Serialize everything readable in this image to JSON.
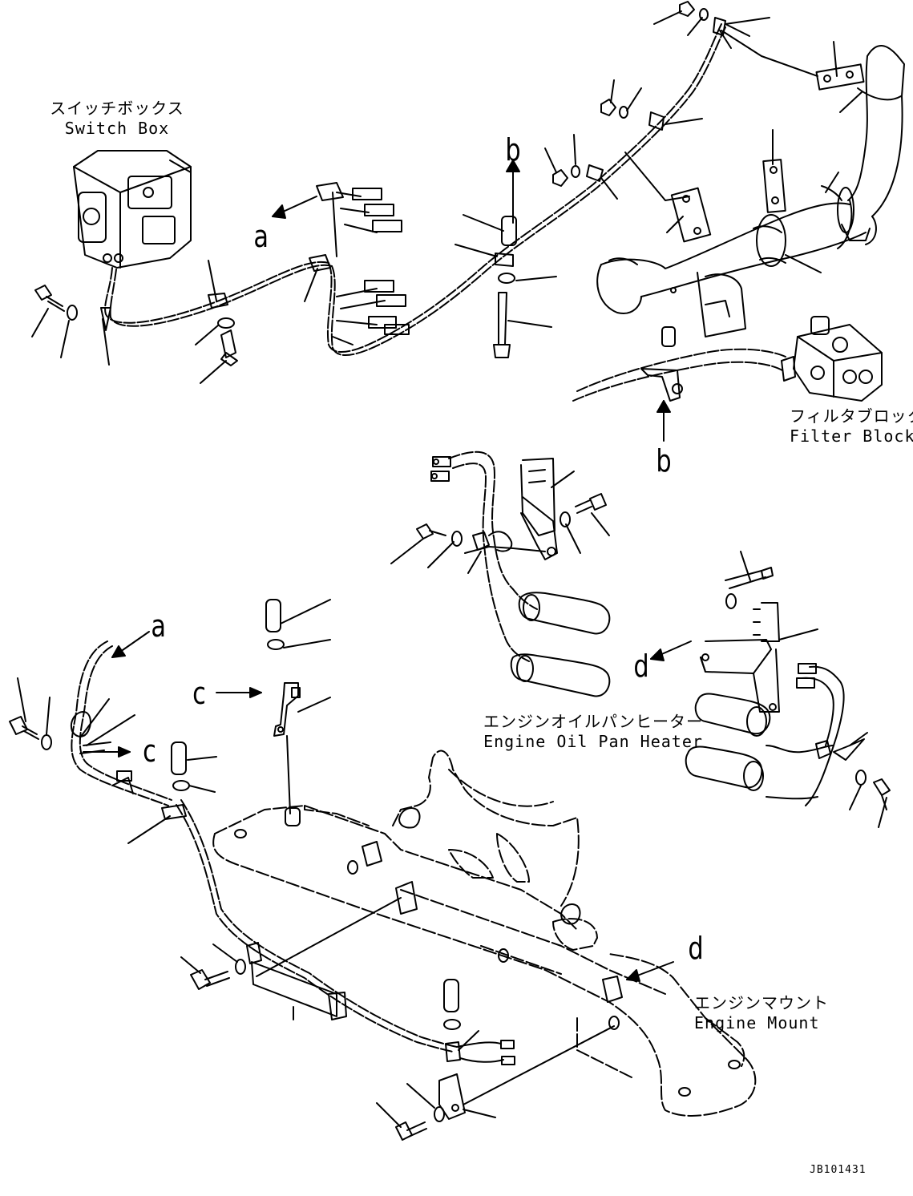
{
  "labels": {
    "switch_box_jp": "スイッチボックス",
    "switch_box_en": "Switch Box",
    "filter_block_jp": "フィルタブロック",
    "filter_block_en": "Filter Block",
    "oil_pan_heater_jp": "エンジンオイルパンヒーター",
    "oil_pan_heater_en": "Engine Oil Pan Heater",
    "engine_mount_jp": "エンジンマウント",
    "engine_mount_en": "Engine Mount"
  },
  "callouts": {
    "a_top": "a",
    "a_bottom": "a",
    "b_top": "b",
    "b_bottom": "b",
    "c_left": "c",
    "c_right": "c",
    "d_left": "d",
    "d_bottom": "d"
  },
  "document_id": "JB101431"
}
